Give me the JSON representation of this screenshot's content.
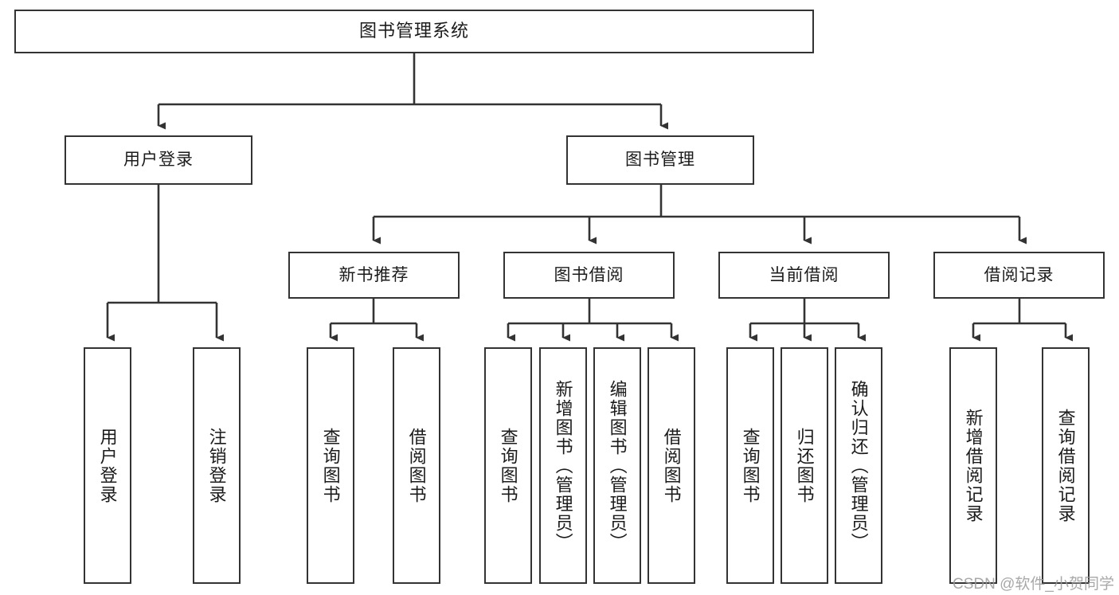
{
  "diagram": {
    "title": "图书管理系统",
    "type": "tree-hierarchy",
    "orientation": "top-down",
    "colors": {
      "box_border": "#333333",
      "box_fill": "#ffffff",
      "edge": "#333333",
      "text": "#1b1b1b",
      "watermark": "#9a9a9a",
      "background": "#ffffff"
    }
  },
  "watermark": {
    "text": "CSDN @软件_小贺同学"
  },
  "nodes": {
    "root": {
      "label": "图书管理系统"
    },
    "level2": [
      {
        "id": "user-login",
        "label": "用户登录"
      },
      {
        "id": "book-management",
        "label": "图书管理"
      }
    ],
    "level3": [
      {
        "id": "new-book-recommend",
        "label": "新书推荐"
      },
      {
        "id": "book-borrow",
        "label": "图书借阅"
      },
      {
        "id": "current-borrow",
        "label": "当前借阅"
      },
      {
        "id": "borrow-record",
        "label": "借阅记录"
      }
    ],
    "leaves": {
      "user-login": [
        {
          "id": "leaf-user-login",
          "label": "用户登录"
        },
        {
          "id": "leaf-user-logout",
          "label": "注销登录"
        }
      ],
      "new-book-recommend": [
        {
          "id": "leaf-query-book-1",
          "label": "查询图书"
        },
        {
          "id": "leaf-borrow-book-1",
          "label": "借阅图书"
        }
      ],
      "book-borrow": [
        {
          "id": "leaf-query-book-2",
          "label": "查询图书"
        },
        {
          "id": "leaf-add-book-admin",
          "label": "新增图书（管理员）"
        },
        {
          "id": "leaf-edit-book-admin",
          "label": "编辑图书（管理员）"
        },
        {
          "id": "leaf-borrow-book-2",
          "label": "借阅图书"
        }
      ],
      "current-borrow": [
        {
          "id": "leaf-query-book-3",
          "label": "查询图书"
        },
        {
          "id": "leaf-return-book",
          "label": "归还图书"
        },
        {
          "id": "leaf-confirm-return-admin",
          "label": "确认归还（管理员）"
        }
      ],
      "borrow-record": [
        {
          "id": "leaf-add-borrow-record",
          "label": "新增借阅记录"
        },
        {
          "id": "leaf-query-borrow-record",
          "label": "查询借阅记录"
        }
      ]
    }
  }
}
